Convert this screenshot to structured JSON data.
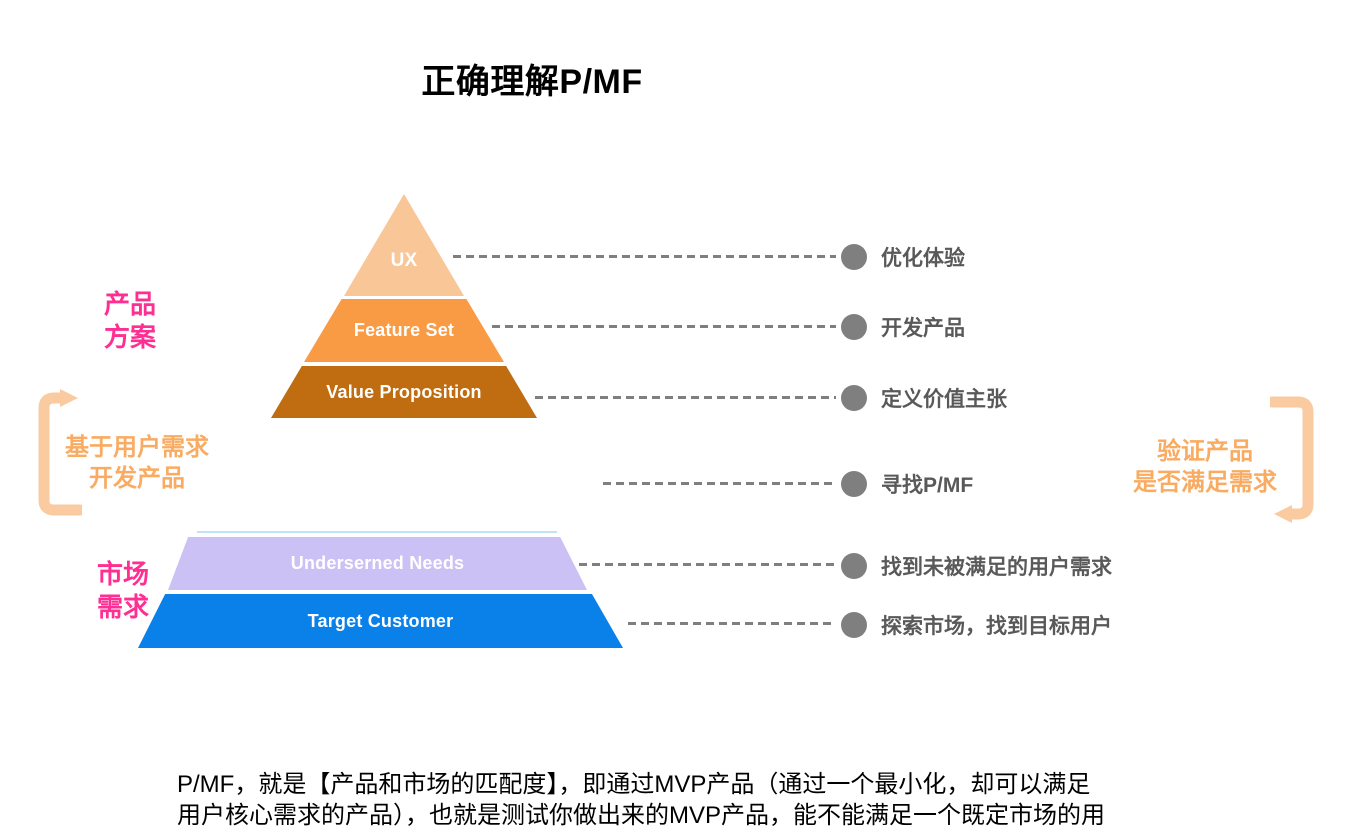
{
  "title": "正确理解P/MF",
  "pyramid": {
    "group_label": "产品\n方案",
    "layers": [
      {
        "label": "UX"
      },
      {
        "label": "Feature Set"
      },
      {
        "label": "Value Proposition"
      }
    ]
  },
  "market": {
    "group_label": "市场\n需求",
    "layers": [
      {
        "label": "Underserned Needs"
      },
      {
        "label": "Target Customer"
      }
    ]
  },
  "process_labels": {
    "left": "基于用户需求\n开发产品",
    "right": "验证产品\n是否满足需求"
  },
  "annotations": {
    "items": [
      "优化体验",
      "开发产品",
      "定义价值主张",
      "寻找P/MF",
      "找到未被满足的用户需求",
      "探索市场，找到目标用户"
    ]
  },
  "paragraph": "P/MF，就是【产品和市场的匹配度】，即通过MVP产品（通过一个最小化，却可以满足\n用户核心需求的产品），也就是测试你做出来的MVP产品，能不能满足一个既定市场的用",
  "colors": {
    "pink_label": "#FF2E93",
    "orange_note": "#FAAB62",
    "bracket": "#FACBA0",
    "layer_ux": "#F9C697",
    "layer_feature_set": "#F99B45",
    "layer_value_proposition": "#C06C10",
    "layer_underserved_needs": "#CBC1F4",
    "layer_target_customer": "#0A80E9",
    "bullet_and_dash": "#7F7F7F",
    "annotation_text": "#595959",
    "accent_line": "#BFE2F6"
  }
}
